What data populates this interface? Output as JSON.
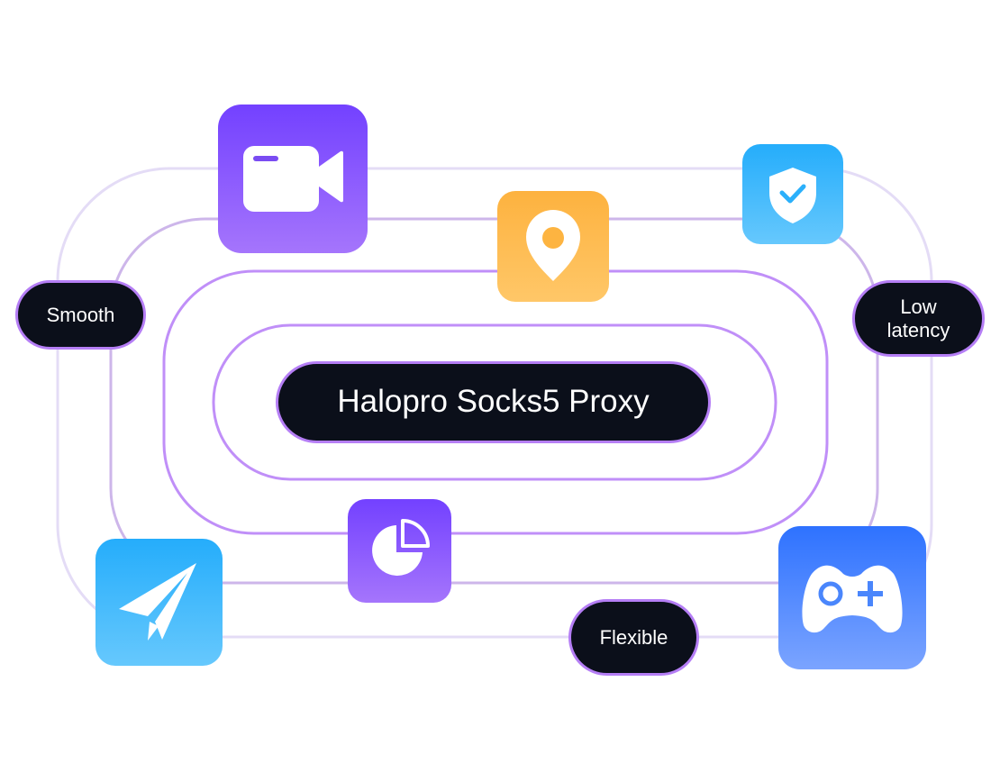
{
  "center_label": "Halopro Socks5 Proxy",
  "features": {
    "smooth": "Smooth",
    "low_latency": "Low latency",
    "flexible": "Flexible"
  },
  "icons": [
    "video-camera-icon",
    "location-pin-icon",
    "shield-check-icon",
    "pie-chart-icon",
    "paper-plane-icon",
    "gamepad-icon"
  ],
  "colors": {
    "ring_outer": "#e4dcf6",
    "ring_mid": "#cdb6ea",
    "ring_inner": "#c08ff8",
    "pill_bg": "#0b0f1a",
    "pill_border": "#b57ef5"
  }
}
